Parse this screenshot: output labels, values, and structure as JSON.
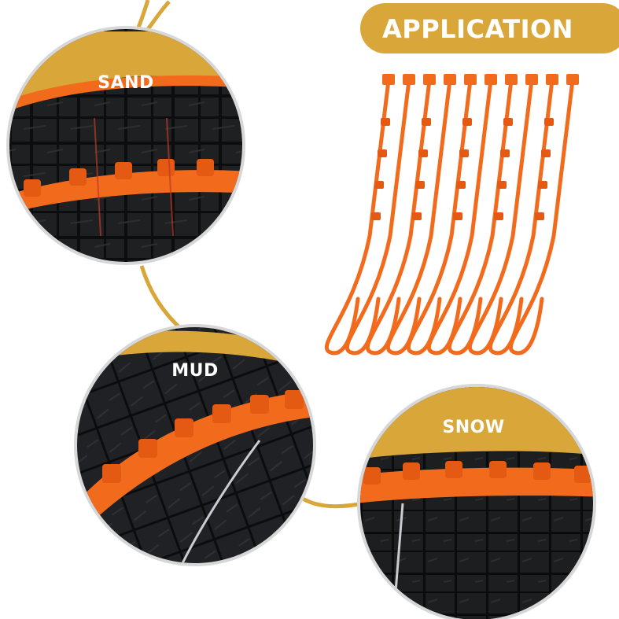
{
  "header": {
    "title": "APPLICATION"
  },
  "panels": [
    {
      "id": "sand",
      "label": "SAND"
    },
    {
      "id": "mud",
      "label": "MUD"
    },
    {
      "id": "snow",
      "label": "SNOW"
    }
  ],
  "colors": {
    "gold": "#D9A63A",
    "orange": "#F26B1D",
    "tire_dark": "#1E1F21",
    "tire_groove": "#0B0C0D",
    "ring": "#D7D7D7"
  }
}
